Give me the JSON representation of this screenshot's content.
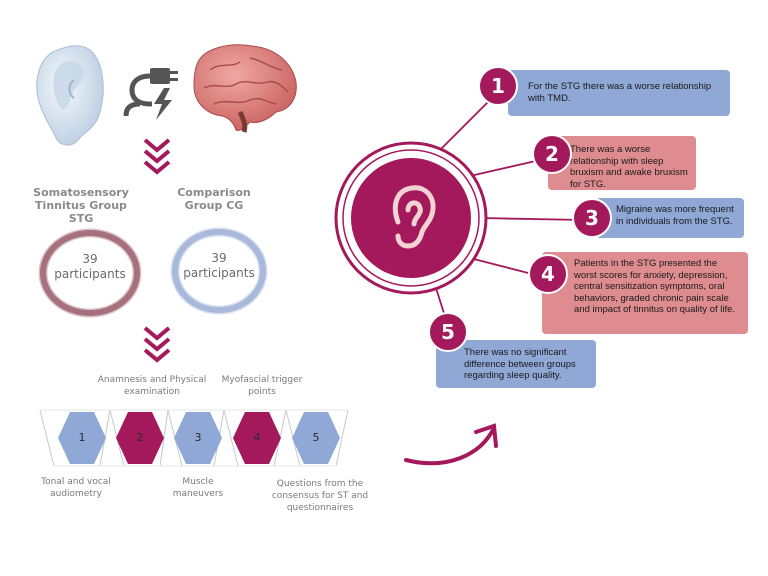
{
  "groups": {
    "stg": {
      "title": "Somatosensory Tinnitus Group STG",
      "count": "39",
      "unit": "participants"
    },
    "cg": {
      "title": "Comparison Group CG",
      "count": "39",
      "unit": "participants"
    }
  },
  "steps": [
    {
      "num": "1",
      "label": "Tonal and vocal audiometry",
      "color": "#8fa8d6"
    },
    {
      "num": "2",
      "label": "Anamnesis and Physical examination",
      "color": "#a3195b"
    },
    {
      "num": "3",
      "label": "Muscle maneuvers",
      "color": "#8fa8d6"
    },
    {
      "num": "4",
      "label": "Myofascial trigger points",
      "color": "#a3195b"
    },
    {
      "num": "5",
      "label": "Questions from the consensus for ST and questionnaires",
      "color": "#8fa8d6"
    }
  ],
  "findings": [
    {
      "num": "1",
      "text": "For the STG there was a worse relationship with TMD.",
      "color": "#8fa8d6"
    },
    {
      "num": "2",
      "text": "There was a worse relationship with sleep bruxism and awake bruxism for STG.",
      "color": "#de8c8f"
    },
    {
      "num": "3",
      "text": "Migraine was more frequent in individuals from the STG.",
      "color": "#8fa8d6"
    },
    {
      "num": "4",
      "text": "Patients in the STG presented the worst scores for anxiety, depression, central sensitization symptoms, oral behaviors, graded chronic pain scale and impact of tinnitus on quality of life.",
      "color": "#de8c8f"
    },
    {
      "num": "5",
      "text": "There was no significant difference between groups regarding sleep quality.",
      "color": "#8fa8d6"
    }
  ],
  "colors": {
    "accent": "#a3195b",
    "blue": "#8fa8d6",
    "pink": "#de8c8f",
    "stg_ring": "#a6707c",
    "cg_ring": "#a9b9dc"
  },
  "icons": [
    "ear-icon",
    "plug-icon",
    "brain-icon",
    "chevron-down-icon",
    "central-ear-icon",
    "curved-arrow-icon"
  ]
}
